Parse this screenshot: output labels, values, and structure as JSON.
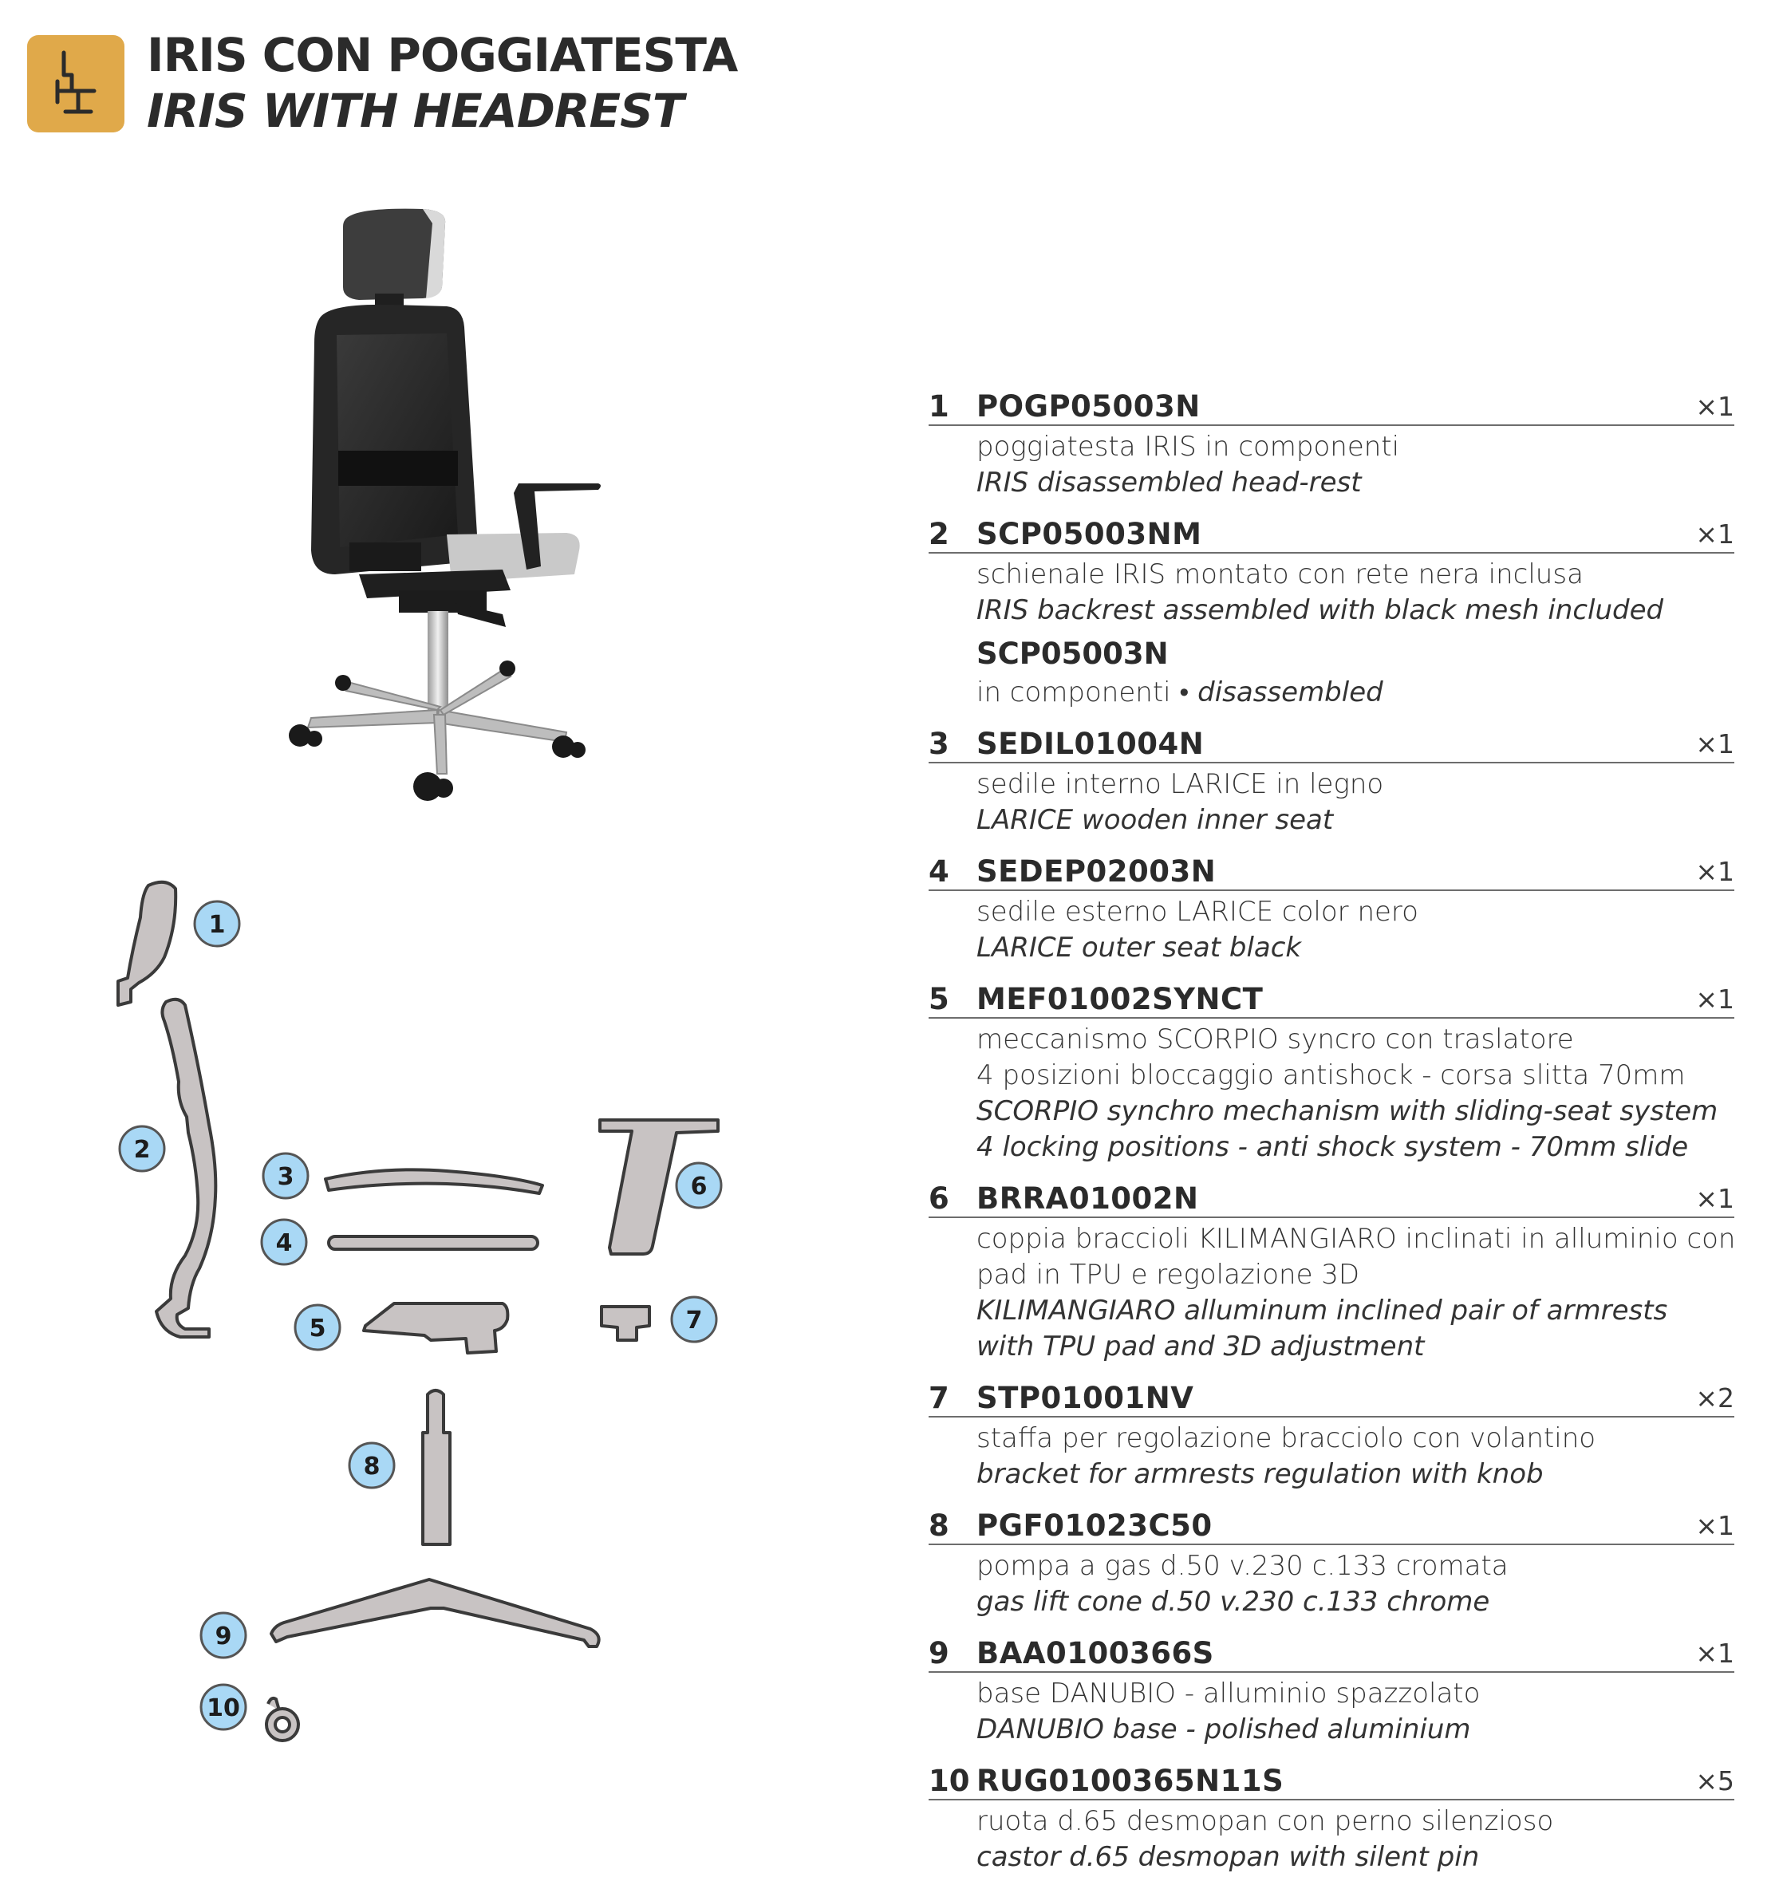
{
  "header": {
    "title_it": "IRIS CON POGGIATESTA",
    "title_en": "IRIS WITH HEADREST",
    "logo_icon": "chair-outline-icon",
    "logo_color": "#e0a94a"
  },
  "photo": {
    "icon": "office-chair-with-headrest-photo"
  },
  "diagram": {
    "badge_color": "#a9d8f5",
    "part_color": "#c8c3c3",
    "outline_color": "#3a3a3a",
    "badges": [
      "1",
      "2",
      "3",
      "4",
      "5",
      "6",
      "7",
      "8",
      "9",
      "10"
    ]
  },
  "parts": [
    {
      "num": "1",
      "code": "POGP05003N",
      "qty": "×1",
      "it": "poggiatesta IRIS in componenti",
      "en": "IRIS disassembled head-rest"
    },
    {
      "num": "2",
      "code": "SCP05003NM",
      "qty": "×1",
      "it": "schienale IRIS montato con rete nera inclusa",
      "en": "IRIS backrest assembled with black mesh included",
      "alt_code": "SCP05003N",
      "alt_it": "in componenti",
      "alt_sep": " • ",
      "alt_en": "disassembled"
    },
    {
      "num": "3",
      "code": "SEDIL01004N",
      "qty": "×1",
      "it": "sedile interno LARICE in legno",
      "en": "LARICE wooden inner seat"
    },
    {
      "num": "4",
      "code": "SEDEP02003N",
      "qty": "×1",
      "it": "sedile esterno LARICE color nero",
      "en": "LARICE outer seat black"
    },
    {
      "num": "5",
      "code": "MEF01002SYNCT",
      "qty": "×1",
      "it": "meccanismo SCORPIO syncro con traslatore",
      "it2": "4 posizioni bloccaggio antishock - corsa slitta 70mm",
      "en": "SCORPIO synchro mechanism with sliding-seat system",
      "en2": "4 locking positions - anti shock system - 70mm slide"
    },
    {
      "num": "6",
      "code": "BRRA01002N",
      "qty": "×1",
      "it": "coppia braccioli KILIMANGIARO inclinati in alluminio con",
      "it2": "pad in TPU e regolazione 3D",
      "en": "KILIMANGIARO alluminum inclined pair of armrests",
      "en2": "with TPU pad and 3D adjustment"
    },
    {
      "num": "7",
      "code": "STP01001NV",
      "qty": "×2",
      "it": "staffa per regolazione bracciolo con volantino",
      "en": "bracket for armrests regulation with knob"
    },
    {
      "num": "8",
      "code": "PGF01023C50",
      "qty": "×1",
      "it": "pompa a gas d.50 v.230 c.133 cromata",
      "en": "gas lift cone d.50 v.230 c.133  chrome"
    },
    {
      "num": "9",
      "code": "BAA0100366S",
      "qty": "×1",
      "it": "base DANUBIO - alluminio spazzolato",
      "en": "DANUBIO base - polished aluminium"
    },
    {
      "num": "10",
      "code": "RUG0100365N11S",
      "qty": "×5",
      "it": "ruota d.65 desmopan con perno silenzioso",
      "en": "castor d.65 desmopan with silent pin"
    }
  ]
}
